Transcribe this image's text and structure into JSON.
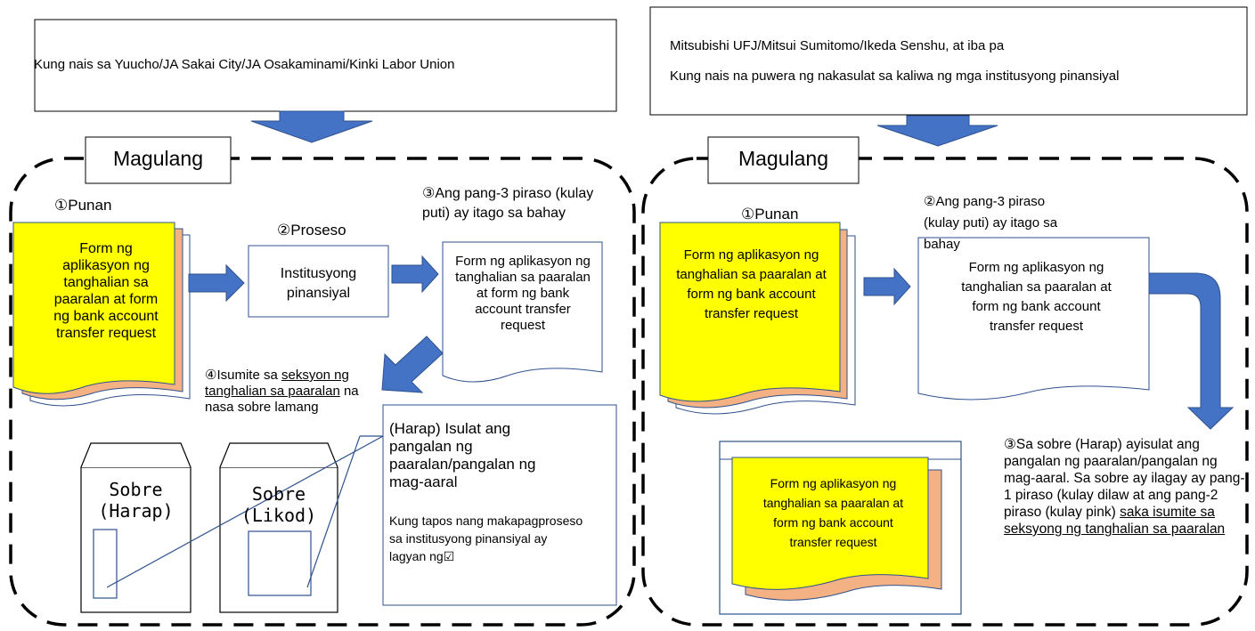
{
  "left_header": {
    "text": "Kung nais sa Yuucho/JA Sakai City/JA Osakaminami/Kinki Labor Union"
  },
  "right_header": {
    "line1": "Mitsubishi UFJ/Mitsui Sumitomo/Ikeda Senshu, at iba pa",
    "line2": "Kung nais na puwera ng nakasulat sa kaliwa ng mga institusyong pinansiyal"
  },
  "left_panel": {
    "label": "Magulang",
    "step1": "①Punan",
    "yellow_form": "Form ng aplikasyon ng tanghalian sa paaralan at form ng bank account transfer request",
    "step2": "②Proseso",
    "institution": "Institusyong pinansiyal",
    "step3": "③Ang pang-3 piraso (kulay puti) ay itago sa bahay",
    "white_form": "Form ng aplikasyon ng tanghalian sa paaralan at form ng bank account transfer request",
    "step4_prefix": "④Isumite sa ",
    "step4_underlined": "seksyon ng tanghalian sa paaralan",
    "step4_suffix": " na nasa sobre lamang",
    "envelope_front": "Sobre (Harap)",
    "envelope_back": "Sobre (Likod)",
    "note_title": "(Harap) Isulat ang pangalan ng paaralan/pangalan ng mag-aaral",
    "note_body": "Kung tapos nang makapagproseso sa institusyong pinansiyal ay lagyan ng☑"
  },
  "right_panel": {
    "label": "Magulang",
    "step1": "①Punan",
    "yellow_form": "Form ng aplikasyon ng tanghalian sa paaralan at form ng bank account transfer request",
    "step2": "②Ang pang-3 piraso (kulay puti) ay itago sa bahay",
    "white_form": "Form ng aplikasyon ng tanghalian sa paaralan at form ng bank account transfer request",
    "envelope_form": "Form ng aplikasyon ng tanghalian sa paaralan at form ng bank account transfer request",
    "step3_plain": "③Sa sobre (Harap) ayisulat ang pangalan ng paaralan/pangalan ng mag-aaral. Sa sobre ay ilagay ay pang-1 piraso (kulay dilaw at ang pang-2 piraso (kulay pink) ",
    "step3_underlined": "saka isumite sa seksyong ng tanghalian sa paaralan"
  },
  "colors": {
    "yellow": "#ffff00",
    "pink": "#f4b183",
    "arrow_blue": "#4472c4",
    "stroke": "#2f528f"
  }
}
